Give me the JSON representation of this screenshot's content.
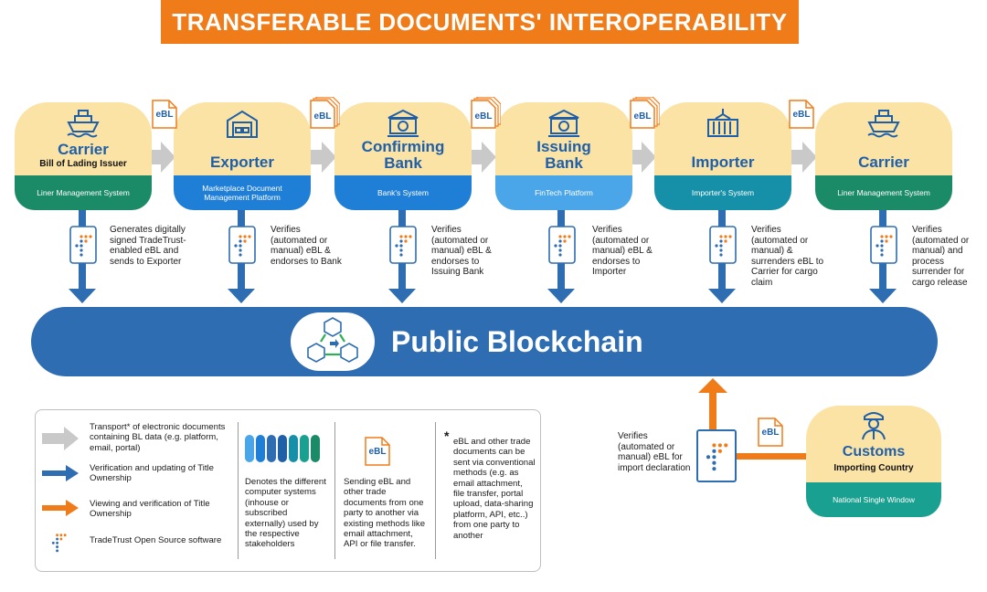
{
  "title": "TRANSFERABLE DOCUMENTS' INTEROPERABILITY",
  "colors": {
    "orange": "#f07c19",
    "blue": "#2f6db3",
    "navy": "#1f5fa8",
    "cream": "#fbe3a6",
    "green": "#1a8a67",
    "bright_blue": "#1f7fd6",
    "light_blue": "#4aa6e8",
    "teal": "#1590a8",
    "gray_arrow": "#c9c9c9"
  },
  "stakeholders": [
    {
      "name": "Carrier",
      "sub": "Bill of Lading Issuer",
      "system": "Liner Management System",
      "icon": "ship-icon"
    },
    {
      "name": "Exporter",
      "sub": "",
      "system": "Marketplace Document Management Platform",
      "icon": "warehouse-icon"
    },
    {
      "name": "Confirming Bank",
      "sub": "",
      "system": "Bank's System",
      "icon": "bank-icon"
    },
    {
      "name": "Issuing Bank",
      "sub": "",
      "system": "FinTech Platform",
      "icon": "bank-icon"
    },
    {
      "name": "Importer",
      "sub": "",
      "system": "Importer's System",
      "icon": "container-icon"
    },
    {
      "name": "Carrier",
      "sub": "",
      "system": "Liner Management System",
      "icon": "ship-icon"
    }
  ],
  "ebl_label": "eBL",
  "descriptions": [
    "Generates digitally signed TradeTrust-enabled eBL and sends to Exporter",
    "Verifies (automated or manual) eBL & endorses to Bank",
    "Verifies (automated or manual) eBL & endorses to Issuing Bank",
    "Verifies (automated or manual) eBL & endorses to Importer",
    "Verifies (automated or manual) & surrenders eBL to Carrier for cargo claim",
    "Verifies (automated or manual) and process surrender for cargo release"
  ],
  "blockchain_label": "Public Blockchain",
  "customs": {
    "name": "Customs",
    "sub": "Importing Country",
    "system": "National Single Window",
    "description": "Verifies (automated or manual) eBL for import declaration"
  },
  "legend": {
    "transport": "Transport* of electronic documents containing BL data (e.g. platform, email, portal)",
    "verification": "Verification and updating of Title Ownership",
    "viewing": "Viewing and verification of Title Ownership",
    "tradetrust": "TradeTrust Open Source software",
    "systems": "Denotes the different computer systems (inhouse or subscribed externally) used by the respective stakeholders",
    "sending": "Sending eBL and other trade documents from one party to another via existing methods like email attachment, API or file transfer.",
    "note_marker": "*",
    "note": "eBL and other trade documents can be sent via conventional methods (e.g. as email attachment, file transfer, portal upload, data-sharing platform, API, etc..) from one party to another"
  }
}
